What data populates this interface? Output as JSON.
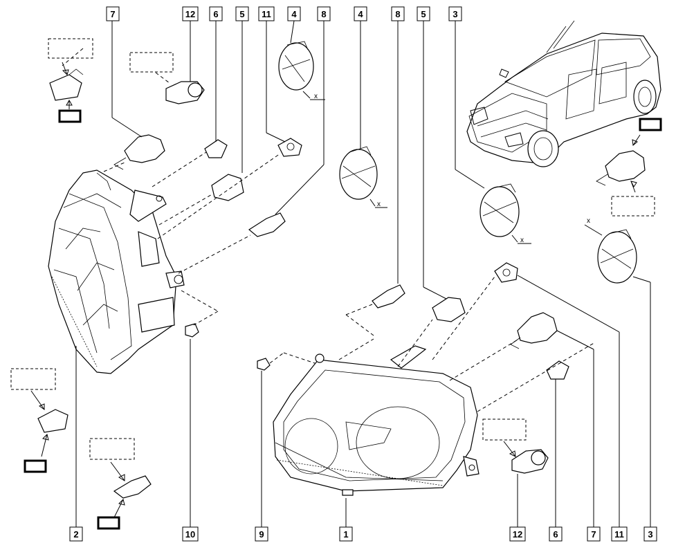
{
  "callouts": [
    {
      "id": "c-top-1",
      "label": "7"
    },
    {
      "id": "c-top-2",
      "label": "12"
    },
    {
      "id": "c-top-3",
      "label": "6"
    },
    {
      "id": "c-top-4",
      "label": "5"
    },
    {
      "id": "c-top-5",
      "label": "11"
    },
    {
      "id": "c-top-6",
      "label": "4"
    },
    {
      "id": "c-top-7",
      "label": "8"
    },
    {
      "id": "c-top-8",
      "label": "4"
    },
    {
      "id": "c-top-9",
      "label": "8"
    },
    {
      "id": "c-top-10",
      "label": "5"
    },
    {
      "id": "c-top-11",
      "label": "3"
    },
    {
      "id": "c-bot-1",
      "label": "2"
    },
    {
      "id": "c-bot-2",
      "label": "10"
    },
    {
      "id": "c-bot-3",
      "label": "9"
    },
    {
      "id": "c-bot-4",
      "label": "1"
    },
    {
      "id": "c-bot-5",
      "label": "12"
    },
    {
      "id": "c-bot-6",
      "label": "6"
    },
    {
      "id": "c-bot-7",
      "label": "7"
    },
    {
      "id": "c-bot-8",
      "label": "11"
    },
    {
      "id": "c-bot-9",
      "label": "3"
    }
  ],
  "x_marks": {
    "x1": "x",
    "x2": "x",
    "x3": "x",
    "x4": "x"
  }
}
